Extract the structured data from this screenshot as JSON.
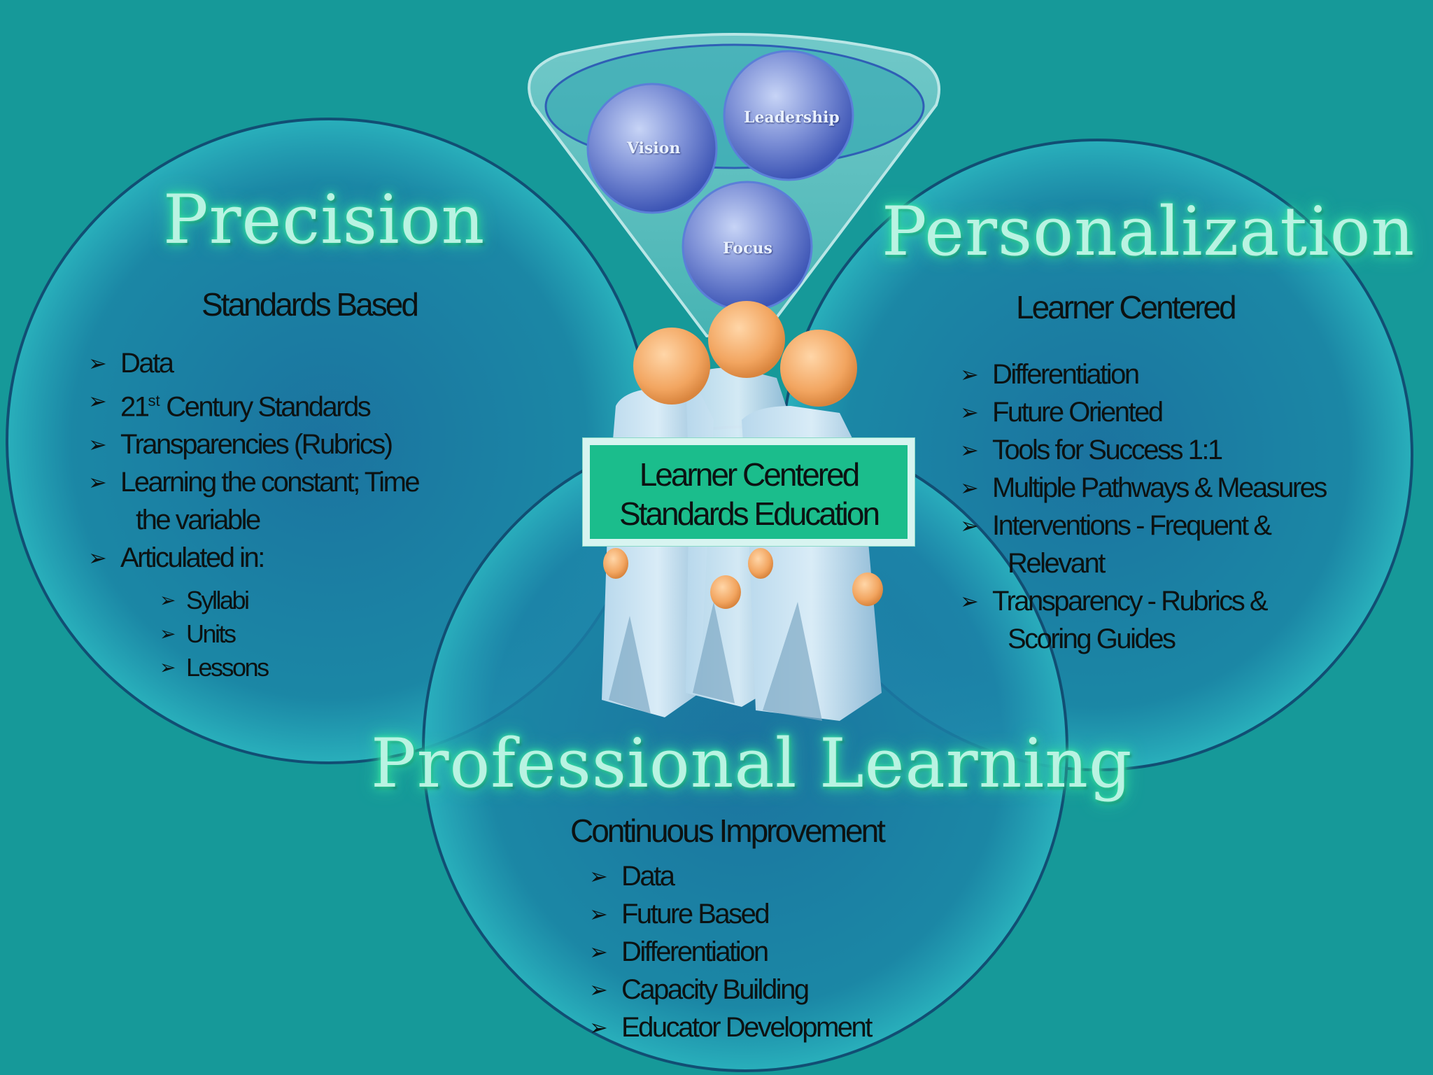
{
  "colors": {
    "background": "#169999",
    "circle": "#1e7ea6",
    "title_glow": "#39e7a8",
    "center_box": "#1bbd8c"
  },
  "precision": {
    "title": "Precision",
    "subheading": "Standards Based",
    "items": [
      {
        "text": "Data"
      },
      {
        "text": "21",
        "sup": "st",
        "rest": " Century Standards"
      },
      {
        "text": "Transparencies (Rubrics)"
      },
      {
        "text": "Learning the constant; Time",
        "cont": "the variable"
      },
      {
        "text": "Articulated in:"
      }
    ],
    "sub_items": [
      "Syllabi",
      "Units",
      "Lessons"
    ]
  },
  "personalization": {
    "title": "Personalization",
    "subheading": "Learner Centered",
    "items": [
      {
        "text": "Differentiation"
      },
      {
        "text": "Future Oriented"
      },
      {
        "text": "Tools for Success 1:1"
      },
      {
        "text": "Multiple Pathways & Measures"
      },
      {
        "text": "Interventions - Frequent &",
        "cont": "Relevant"
      },
      {
        "text": "Transparency - Rubrics &",
        "cont": "Scoring Guides"
      }
    ]
  },
  "professional": {
    "title": "Professional Learning",
    "subheading": "Continuous Improvement",
    "items": [
      "Data",
      "Future Based",
      "Differentiation",
      "Capacity Building",
      "Educator Development"
    ]
  },
  "funnel": {
    "bubbles": {
      "vision": "Vision",
      "leadership": "Leadership",
      "focus": "Focus"
    }
  },
  "center": {
    "line1": "Learner Centered",
    "line2": "Standards Education"
  },
  "icons": {
    "bullet": "arrowhead-bullet-icon",
    "people": "people-group-icon"
  }
}
